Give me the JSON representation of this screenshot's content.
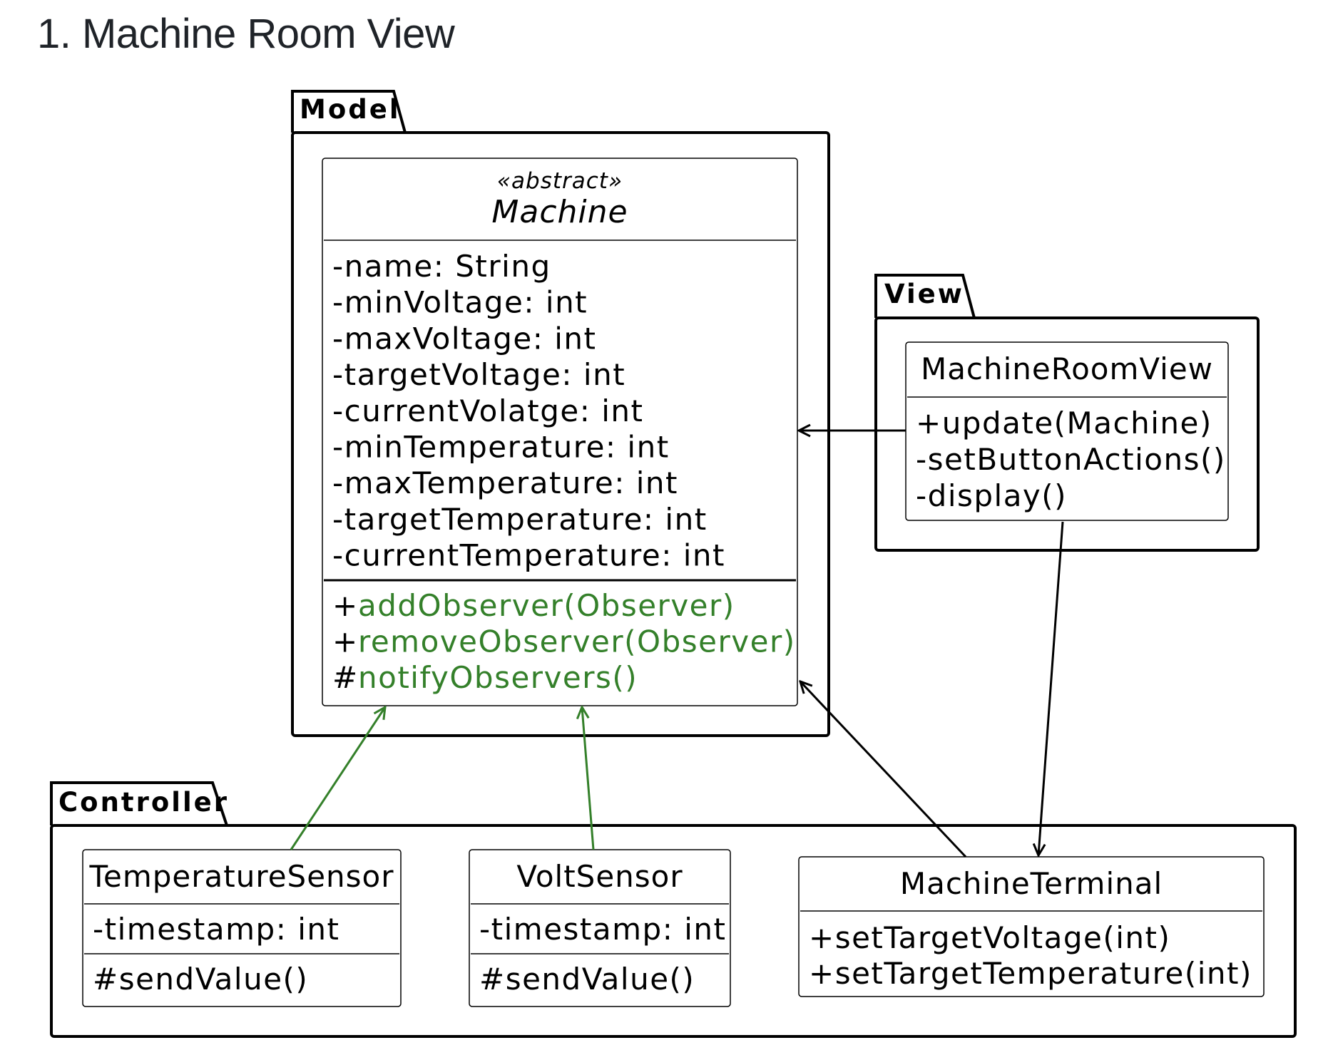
{
  "page_title": "1. Machine Room View",
  "packages": {
    "model": "Model",
    "view": "View",
    "controller": "Controller"
  },
  "classes": {
    "machine": {
      "stereotype": "«abstract»",
      "name": "Machine",
      "attributes": [
        "-name: String",
        "-minVoltage: int",
        "-maxVoltage: int",
        "-targetVoltage: int",
        "-currentVolatge: int",
        "-minTemperature: int",
        "-maxTemperature: int",
        "-targetTemperature: int",
        "-currentTemperature: int"
      ],
      "methods": [
        {
          "visibility": "+",
          "name": "addObserver(Observer)"
        },
        {
          "visibility": "+",
          "name": "removeObserver(Observer)"
        },
        {
          "visibility": "#",
          "name": "notifyObservers()"
        }
      ]
    },
    "machine_room_view": {
      "name": "MachineRoomView",
      "methods": [
        "+update(Machine)",
        "-setButtonActions()",
        "-display()"
      ]
    },
    "temperature_sensor": {
      "name": "TemperatureSensor",
      "attributes": [
        "-timestamp: int"
      ],
      "methods": [
        "#sendValue()"
      ]
    },
    "volt_sensor": {
      "name": "VoltSensor",
      "attributes": [
        "-timestamp: int"
      ],
      "methods": [
        "#sendValue()"
      ]
    },
    "machine_terminal": {
      "name": "MachineTerminal",
      "methods": [
        "+setTargetVoltage(int)",
        "+setTargetTemperature(int)"
      ]
    }
  },
  "colors": {
    "stroke": "#000000",
    "highlight_green": "#34802a",
    "title_text": "#1f2328"
  }
}
